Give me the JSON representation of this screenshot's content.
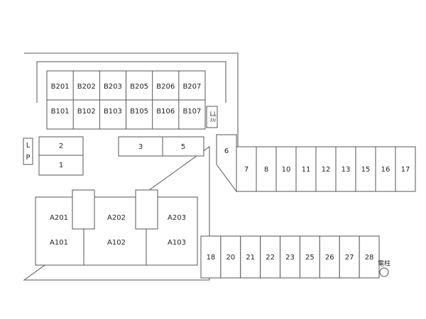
{
  "units_b_upper": [
    "B201",
    "B202",
    "B203",
    "B205",
    "B206",
    "B207"
  ],
  "units_b_lower": [
    "B101",
    "B102",
    "B103",
    "B105",
    "B106",
    "B107"
  ],
  "units_a_upper": [
    "A201",
    "A202",
    "A203"
  ],
  "units_a_lower": [
    "A101",
    "A102",
    "A103"
  ],
  "lp_label": [
    "L",
    "P"
  ],
  "garbage_label": "ゴミ",
  "pole_label": "電柱",
  "parking_inner": [
    "2",
    "1",
    "3",
    "5"
  ],
  "parking_corner": "6",
  "parking_right_row": [
    "7",
    "8",
    "10",
    "11",
    "12",
    "13",
    "15",
    "16",
    "17"
  ],
  "parking_bottom_row": [
    "18",
    "20",
    "21",
    "22",
    "23",
    "25",
    "26",
    "27",
    "28"
  ]
}
